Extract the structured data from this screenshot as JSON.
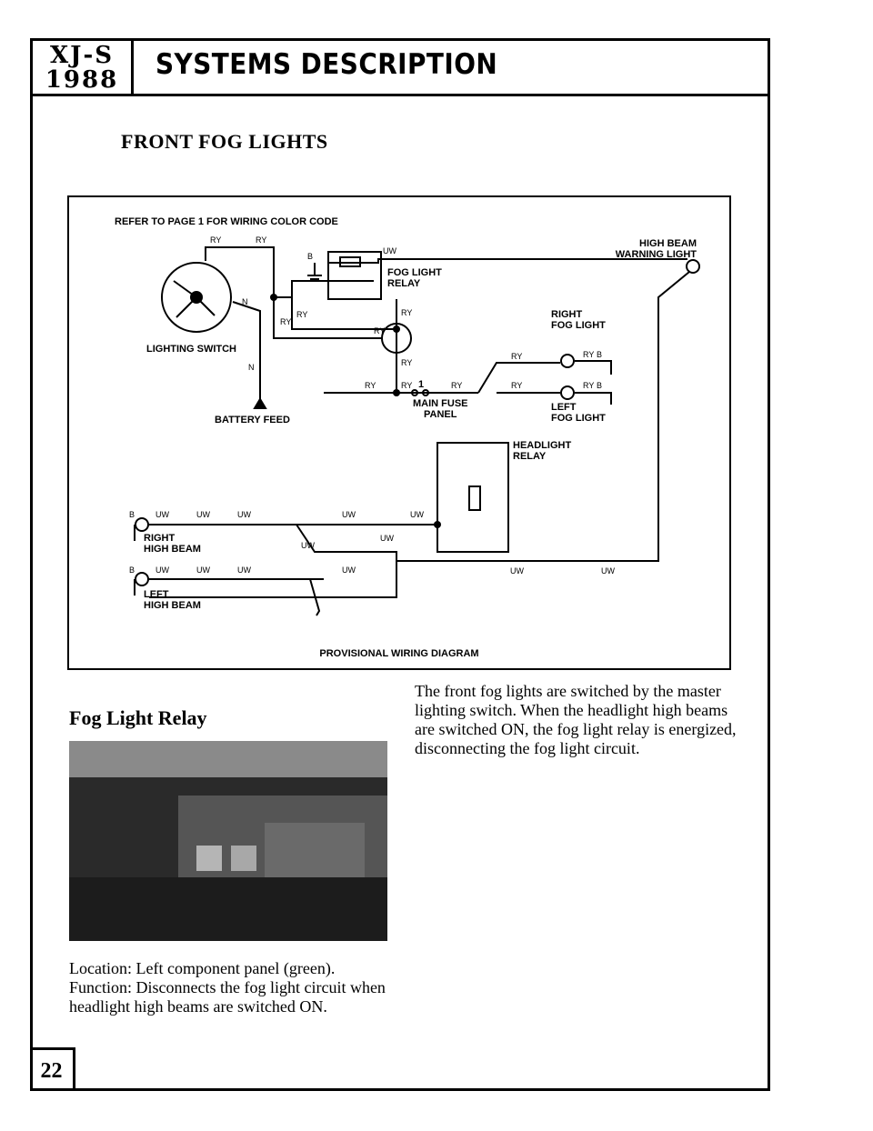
{
  "header": {
    "model_line1": "XJ-S",
    "model_line2": "1988",
    "title": "SYSTEMS DESCRIPTION"
  },
  "section_title": "FRONT FOG LIGHTS",
  "diagram": {
    "refer_note": "REFER TO PAGE 1 FOR WIRING COLOR CODE",
    "high_beam_warning": [
      "HIGH BEAM",
      "WARNING LIGHT"
    ],
    "fog_relay": [
      "FOG LIGHT",
      "RELAY"
    ],
    "right_fog": [
      "RIGHT",
      "FOG LIGHT"
    ],
    "left_fog": [
      "LEFT",
      "FOG LIGHT"
    ],
    "lighting_switch": "LIGHTING SWITCH",
    "battery_feed": "BATTERY FEED",
    "main_fuse": [
      "MAIN FUSE",
      "PANEL"
    ],
    "fuse_number": "1",
    "headlight_relay": [
      "HEADLIGHT",
      "RELAY"
    ],
    "right_high_beam": [
      "RIGHT",
      "HIGH BEAM"
    ],
    "left_high_beam": [
      "LEFT",
      "HIGH BEAM"
    ],
    "caption": "PROVISIONAL WIRING DIAGRAM",
    "wire_codes": {
      "ry": "RY",
      "uw": "UW",
      "b": "B",
      "n": "N"
    }
  },
  "subhead": "Fog Light Relay",
  "body_text": "The front fog lights are switched by the master lighting switch. When the headlight high beams are switched ON, the fog light relay is energized, disconnecting the fog light circuit.",
  "caption": "Location: Left component panel (green). Function: Disconnects the fog light circuit when headlight high beams are switched ON.",
  "page_number": "22"
}
